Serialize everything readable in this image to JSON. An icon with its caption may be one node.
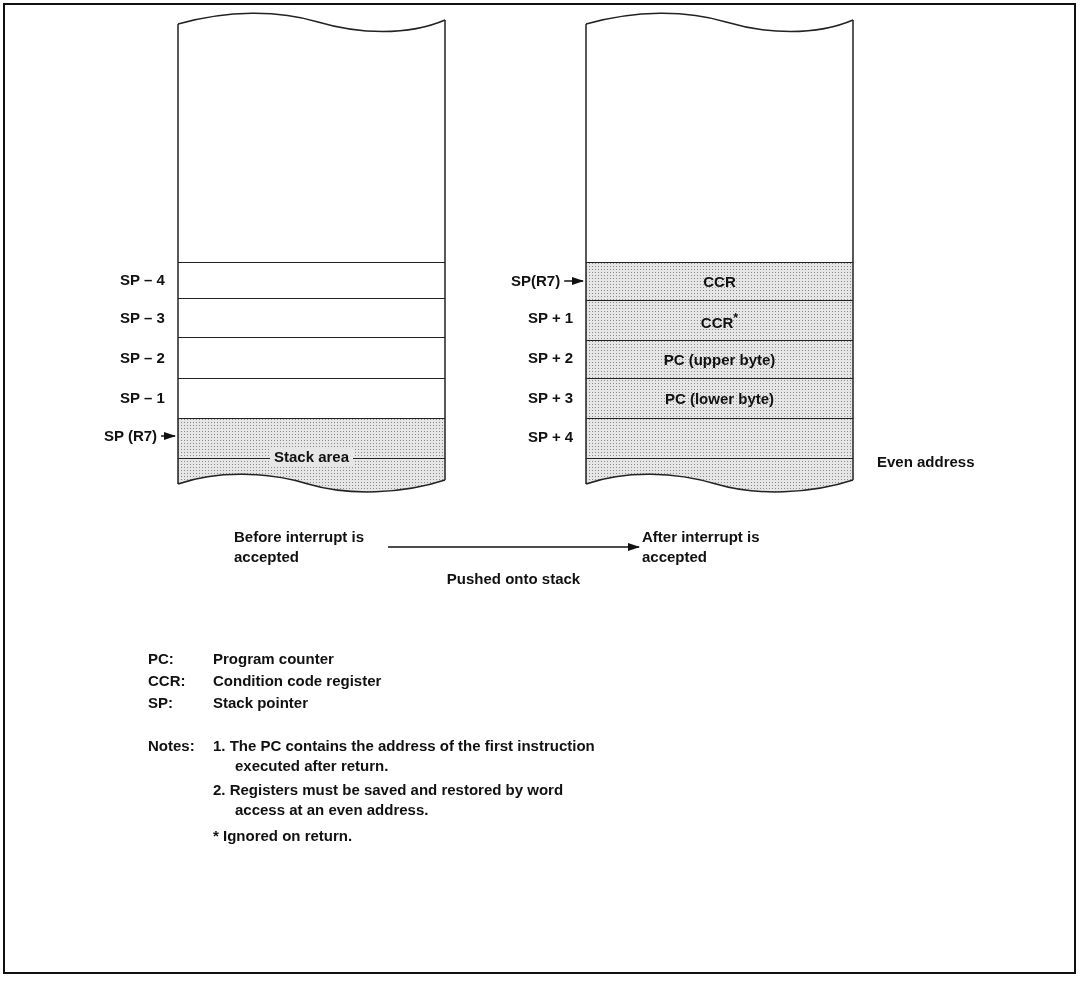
{
  "diagram": {
    "nodes": [
      {
        "text": [],
        "shape": "box"
      },
      {
        "text": [],
        "shape": "box",
        "in": 0
      },
      {
        "text": [],
        "shape": "box",
        "in": 0
      },
      {
        "text": [],
        "shape": "box",
        "in": 0
      },
      {
        "text": [],
        "shape": "box",
        "in": 0
      },
      {
        "text": [
          "Stack area"
        ],
        "in": 0
      },
      {
        "text": [
          "SP (R7)"
        ]
      },
      {
        "text": [
          "Before interrupt is accepted"
        ]
      },
      {
        "text": [
          "After interrupt is accepted"
        ]
      },
      {
        "text": [],
        "shape": "box"
      },
      {
        "text": [
          "CCR"
        ],
        "in": 9
      },
      {
        "text": [
          "CCR$^{*}$"
        ],
        "in": 9
      },
      {
        "text": [
          "PC (upper byte)"
        ],
        "in": 9
      },
      {
        "text": [
          "PC (lower byte)"
        ],
        "in": 9
      },
      {
        "text": [],
        "shape": "box",
        "in": 9
      },
      {
        "text": [],
        "shape": "box",
        "in": 9
      },
      {
        "text": [
          "SP(R7)"
        ]
      }
    ],
    "edges": [
      {
        "from": 6,
        "to": 5,
        "arrow": "to"
      },
      {
        "from": 16,
        "to": 10,
        "arrow": "to"
      },
      {
        "from": 7,
        "to": 8,
        "arrow": "to",
        "label": "Pushed onto stack"
      }
    ],
    "labels": [
      "SP – 4",
      "SP – 3",
      "SP – 2",
      "SP – 1",
      "SP + 1",
      "SP + 2",
      "SP + 3",
      "SP + 4",
      "Even address",
      "PC:",
      "Program counter",
      "CCR:",
      "Condition code register",
      "SP:",
      "Stack pointer",
      "Notes:",
      "1. The PC contains the address of the first instruction executed after return.",
      "2. Registers must be saved and restored by word access at an even address.",
      "* Ignored on return."
    ]
  }
}
